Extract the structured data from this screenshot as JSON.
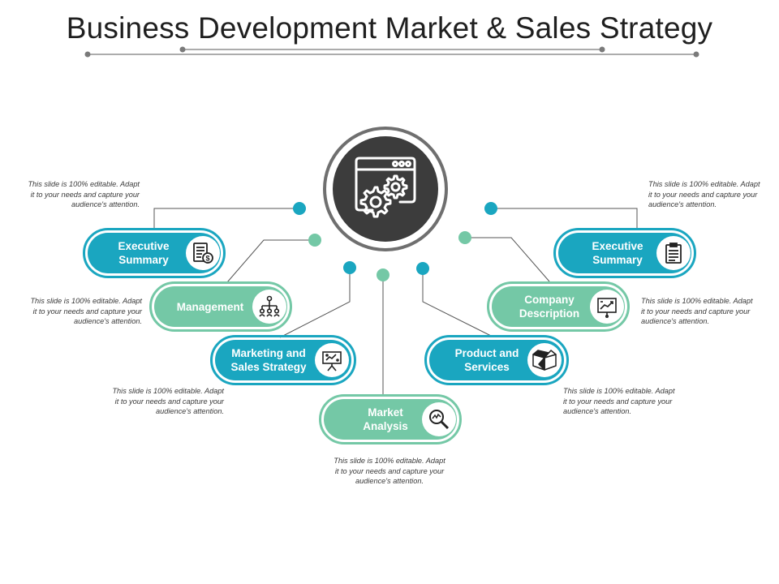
{
  "slide": {
    "title": "Business Development Market & Sales Strategy",
    "hub_icon": "browser-gears-icon",
    "colors": {
      "blue": "#1aa6c0",
      "green": "#74c8a6",
      "hub": "#3c3c3c",
      "ring": "#6f6f6f",
      "divider": "#7a7a7a"
    },
    "items": [
      {
        "label": "Executive Summary",
        "icon": "document-dollar-icon",
        "note": "This slide is 100% editable. Adapt it to your needs and capture your audience's attention."
      },
      {
        "label": "Management",
        "icon": "org-chart-icon",
        "note": "This slide is 100% editable. Adapt it to your needs and capture your audience's attention."
      },
      {
        "label": "Marketing and Sales Strategy",
        "icon": "presentation-board-icon",
        "note": "This slide is 100% editable. Adapt it to your needs and capture your audience's attention."
      },
      {
        "label": "Market Analysis",
        "icon": "magnifier-chart-icon",
        "note": "This slide is 100% editable. Adapt it to your needs and capture your audience's attention."
      },
      {
        "label": "Product and Services",
        "icon": "open-box-icon",
        "note": "This slide is 100% editable. Adapt it to your needs and capture your audience's attention."
      },
      {
        "label": "Company Description",
        "icon": "chart-board-icon",
        "note": "This slide is 100% editable. Adapt it to your needs and capture your audience's attention."
      },
      {
        "label": "Executive Summary",
        "icon": "clipboard-icon",
        "note": "This slide is 100% editable. Adapt it to your needs and capture your audience's attention."
      }
    ]
  }
}
